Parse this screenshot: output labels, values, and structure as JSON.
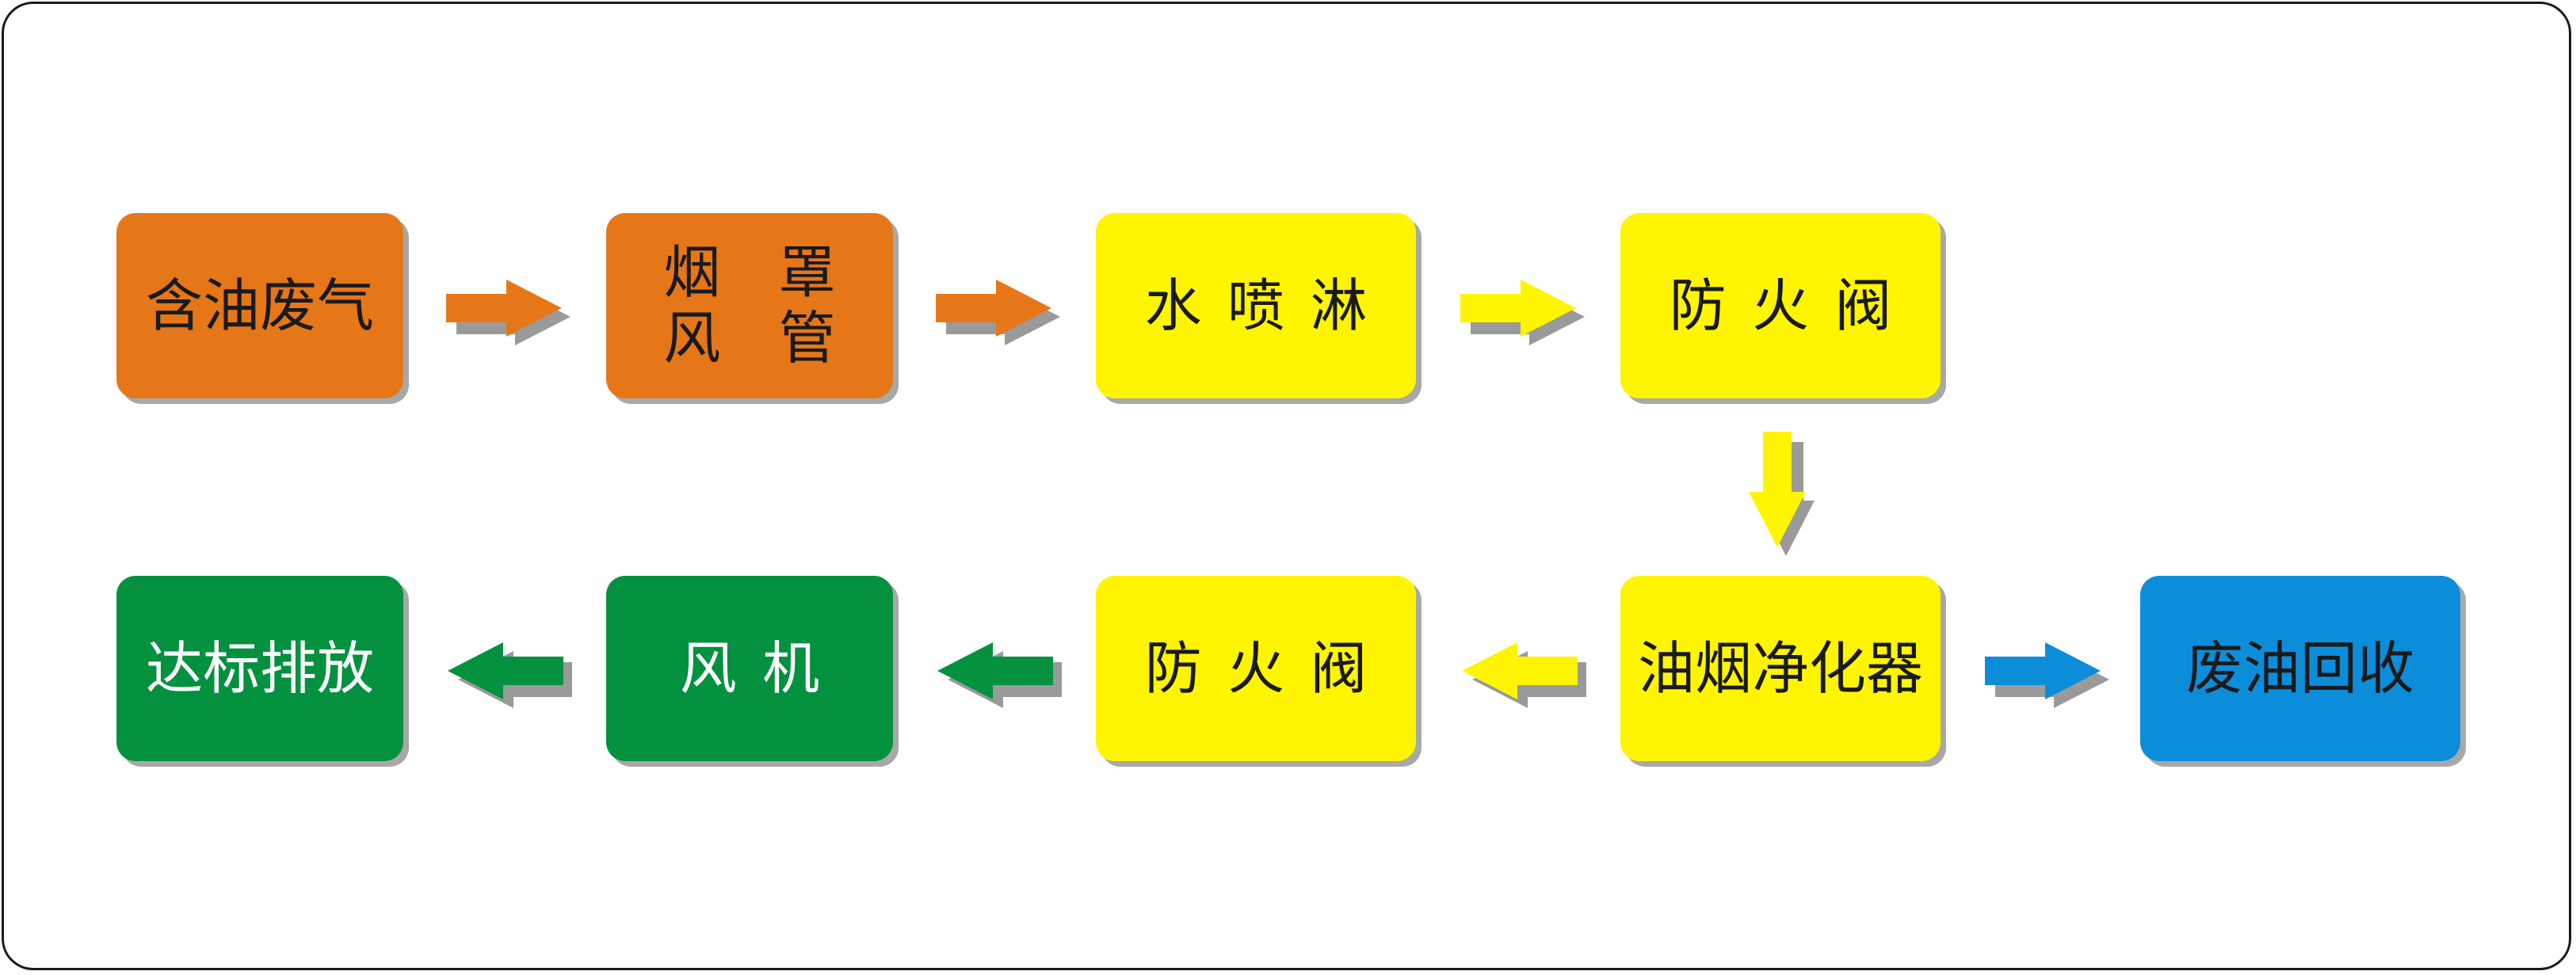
{
  "colors": {
    "orange": "#E57719",
    "yellow": "#FFF500",
    "green": "#03913F",
    "blue": "#0C8DDA",
    "shadow": "#A8A8A8",
    "dark_text": "#1A1A1A",
    "light_text": "#FFFFFF"
  },
  "nodes": {
    "waste_gas": {
      "label": "含油废气"
    },
    "hood_duct": {
      "label": "烟 罩\n风 管"
    },
    "water_spray": {
      "label": "水喷淋"
    },
    "fire_valve_1": {
      "label": "防火阀"
    },
    "purifier": {
      "label": "油烟净化器"
    },
    "oil_recovery": {
      "label": "废油回收"
    },
    "fire_valve_2": {
      "label": "防火阀"
    },
    "fan": {
      "label": "风机"
    },
    "discharge": {
      "label": "达标排放"
    }
  },
  "edges": [
    {
      "from": "waste_gas",
      "to": "hood_duct",
      "color": "orange",
      "direction": "right"
    },
    {
      "from": "hood_duct",
      "to": "water_spray",
      "color": "orange",
      "direction": "right"
    },
    {
      "from": "water_spray",
      "to": "fire_valve_1",
      "color": "yellow",
      "direction": "right"
    },
    {
      "from": "fire_valve_1",
      "to": "purifier",
      "color": "yellow",
      "direction": "down"
    },
    {
      "from": "purifier",
      "to": "oil_recovery",
      "color": "blue",
      "direction": "right"
    },
    {
      "from": "purifier",
      "to": "fire_valve_2",
      "color": "yellow",
      "direction": "left"
    },
    {
      "from": "fire_valve_2",
      "to": "fan",
      "color": "green",
      "direction": "left"
    },
    {
      "from": "fan",
      "to": "discharge",
      "color": "green",
      "direction": "left"
    }
  ]
}
